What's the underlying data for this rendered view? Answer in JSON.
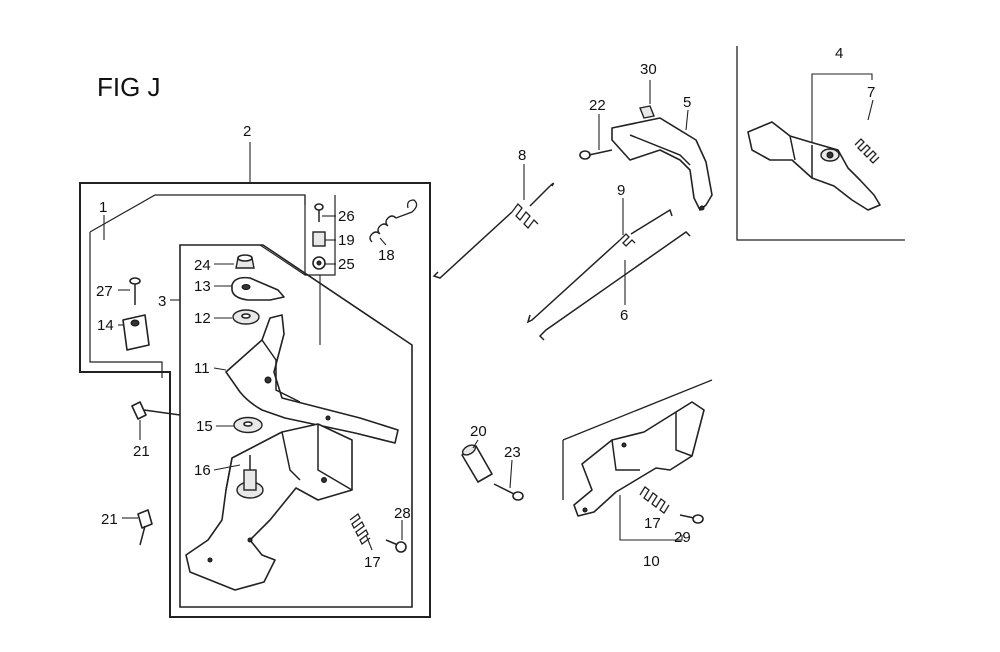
{
  "figure": {
    "title": "FIG J"
  },
  "callouts": [
    {
      "id": "c1",
      "label": "1"
    },
    {
      "id": "c2",
      "label": "2"
    },
    {
      "id": "c3",
      "label": "3"
    },
    {
      "id": "c4",
      "label": "4"
    },
    {
      "id": "c5",
      "label": "5"
    },
    {
      "id": "c6",
      "label": "6"
    },
    {
      "id": "c7",
      "label": "7"
    },
    {
      "id": "c8",
      "label": "8"
    },
    {
      "id": "c9",
      "label": "9"
    },
    {
      "id": "c10",
      "label": "10"
    },
    {
      "id": "c11",
      "label": "11"
    },
    {
      "id": "c12",
      "label": "12"
    },
    {
      "id": "c13",
      "label": "13"
    },
    {
      "id": "c14",
      "label": "14"
    },
    {
      "id": "c15",
      "label": "15"
    },
    {
      "id": "c16",
      "label": "16"
    },
    {
      "id": "c17a",
      "label": "17"
    },
    {
      "id": "c17b",
      "label": "17"
    },
    {
      "id": "c18",
      "label": "18"
    },
    {
      "id": "c19",
      "label": "19"
    },
    {
      "id": "c20",
      "label": "20"
    },
    {
      "id": "c21a",
      "label": "21"
    },
    {
      "id": "c21b",
      "label": "21"
    },
    {
      "id": "c22",
      "label": "22"
    },
    {
      "id": "c23",
      "label": "23"
    },
    {
      "id": "c24",
      "label": "24"
    },
    {
      "id": "c25",
      "label": "25"
    },
    {
      "id": "c26",
      "label": "26"
    },
    {
      "id": "c27",
      "label": "27"
    },
    {
      "id": "c28",
      "label": "28"
    },
    {
      "id": "c29",
      "label": "29"
    },
    {
      "id": "c30",
      "label": "30"
    }
  ]
}
